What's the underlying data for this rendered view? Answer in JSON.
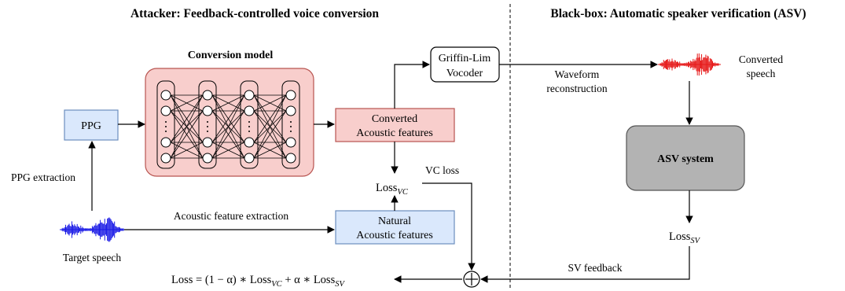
{
  "titles": {
    "attacker": "Attacker: Feedback-controlled voice conversion",
    "blackbox": "Black-box: Automatic speaker verification (ASV)"
  },
  "conversion_model": {
    "label": "Conversion model"
  },
  "ppg": {
    "label": "PPG",
    "extraction_label": "PPG extraction"
  },
  "target": {
    "label": "Target speech"
  },
  "acoustic_extraction_label": "Acoustic feature extraction",
  "converted_features": {
    "line1": "Converted",
    "line2": "Acoustic features"
  },
  "natural_features": {
    "line1": "Natural",
    "line2": "Acoustic features"
  },
  "vocoder": {
    "line1": "Griffin-Lim",
    "line2": "Vocoder"
  },
  "waveform_reconstruction": {
    "line1": "Waveform",
    "line2": "reconstruction"
  },
  "converted_speech": {
    "line1": "Converted",
    "line2": "speech"
  },
  "asv_system": {
    "label": "ASV system"
  },
  "loss_vc": {
    "base": "Loss",
    "sub": "VC"
  },
  "loss_sv": {
    "base": "Loss",
    "sub": "SV"
  },
  "vc_loss_label": "VC loss",
  "sv_feedback_label": "SV feedback",
  "formula": {
    "p1": "Loss = (1 − α) ∗ Loss",
    "s1": "VC",
    "p2": " + α ∗ Loss",
    "s2": "SV"
  },
  "colors": {
    "ppg_fill": "#dae8fc",
    "ppg_stroke": "#6c8ebf",
    "model_fill": "#f8cecc",
    "model_stroke": "#b85450",
    "asv_fill": "#b3b3b3",
    "asv_stroke": "#555555",
    "target_wave": "#1a1ae6",
    "converted_wave": "#e61a1a"
  }
}
